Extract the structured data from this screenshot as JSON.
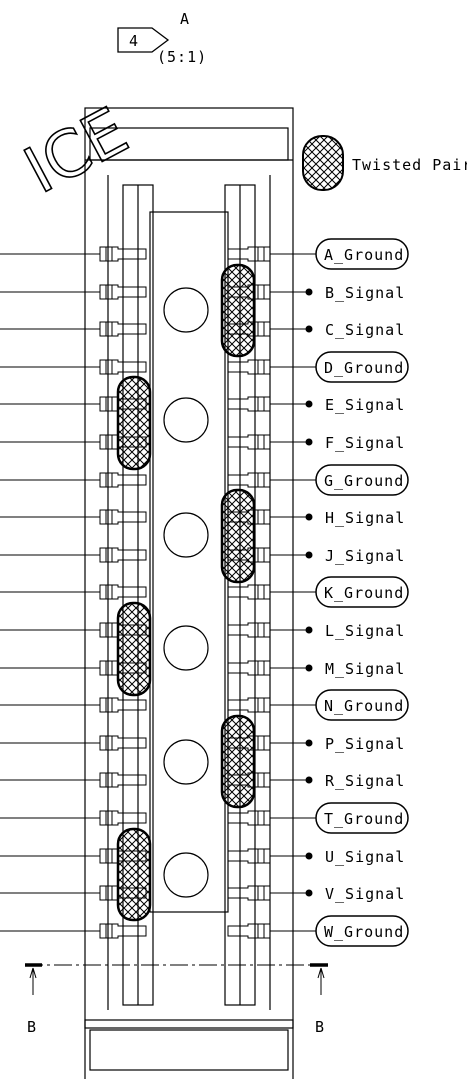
{
  "view_ref": {
    "number": "4",
    "letter": "A",
    "scale": "(5:1)"
  },
  "watermark": "ICE",
  "legend": {
    "label": "Twisted Pair",
    "icon": "crosshatch-oval-icon"
  },
  "pins": [
    {
      "label": "A_Ground",
      "kind": "ground"
    },
    {
      "label": "B_Signal",
      "kind": "signal"
    },
    {
      "label": "C_Signal",
      "kind": "signal"
    },
    {
      "label": "D_Ground",
      "kind": "ground"
    },
    {
      "label": "E_Signal",
      "kind": "signal"
    },
    {
      "label": "F_Signal",
      "kind": "signal"
    },
    {
      "label": "G_Ground",
      "kind": "ground"
    },
    {
      "label": "H_Signal",
      "kind": "signal"
    },
    {
      "label": "J_Signal",
      "kind": "signal"
    },
    {
      "label": "K_Ground",
      "kind": "ground"
    },
    {
      "label": "L_Signal",
      "kind": "signal"
    },
    {
      "label": "M_Signal",
      "kind": "signal"
    },
    {
      "label": "N_Ground",
      "kind": "ground"
    },
    {
      "label": "P_Signal",
      "kind": "signal"
    },
    {
      "label": "R_Signal",
      "kind": "signal"
    },
    {
      "label": "T_Ground",
      "kind": "ground"
    },
    {
      "label": "U_Signal",
      "kind": "signal"
    },
    {
      "label": "V_Signal",
      "kind": "signal"
    },
    {
      "label": "W_Ground",
      "kind": "ground"
    }
  ],
  "twisted_pairs": [
    {
      "pins": [
        "B_Signal",
        "C_Signal"
      ],
      "side": "right"
    },
    {
      "pins": [
        "E_Signal",
        "F_Signal"
      ],
      "side": "left"
    },
    {
      "pins": [
        "H_Signal",
        "J_Signal"
      ],
      "side": "right"
    },
    {
      "pins": [
        "L_Signal",
        "M_Signal"
      ],
      "side": "left"
    },
    {
      "pins": [
        "P_Signal",
        "R_Signal"
      ],
      "side": "right"
    },
    {
      "pins": [
        "U_Signal",
        "V_Signal"
      ],
      "side": "left"
    }
  ],
  "section_marks": {
    "left": "B",
    "right": "B"
  }
}
